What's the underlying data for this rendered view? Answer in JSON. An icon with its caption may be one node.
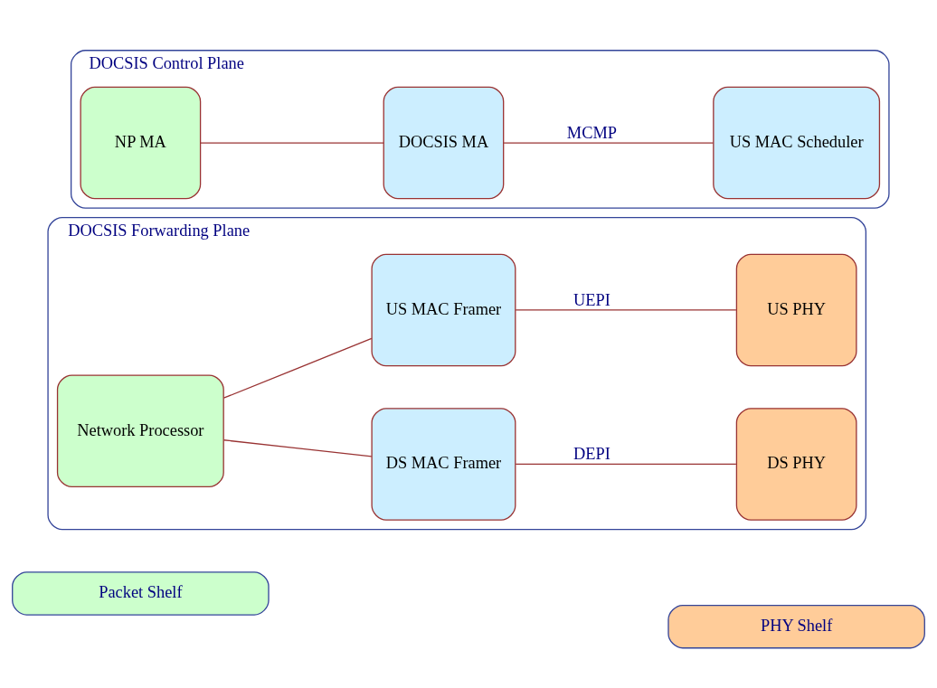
{
  "diagram": {
    "nodes": [
      {
        "text": [
          "Packet Shelf"
        ]
      },
      {
        "text": [
          "PHY Shelf"
        ]
      },
      {
        "text": [
          "DOCSIS Forwarding Plane"
        ]
      },
      {
        "text": [
          "Network Processor"
        ],
        "in": 2
      },
      {
        "text": [
          "DS MAC Framer"
        ],
        "in": 2
      },
      {
        "text": [
          "US MAC Framer"
        ],
        "in": 2
      },
      {
        "text": [
          "DS PHY"
        ],
        "in": 2
      },
      {
        "text": [
          "US PHY"
        ],
        "in": 2
      },
      {
        "text": [
          "DOCSIS Control Plane"
        ]
      },
      {
        "text": [
          "NP MA"
        ],
        "in": 8
      },
      {
        "text": [
          "DOCSIS MA"
        ],
        "in": 8
      },
      {
        "text": [
          "US MAC Scheduler"
        ],
        "in": 8
      }
    ],
    "edges": [
      {
        "from": 3,
        "to": 4,
        "arrow": "none"
      },
      {
        "from": 3,
        "to": 5,
        "arrow": "none"
      },
      {
        "from": 4,
        "to": 6,
        "arrow": "none",
        "label": "DEPI"
      },
      {
        "from": 5,
        "to": 7,
        "arrow": "none",
        "label": "UEPI"
      },
      {
        "from": 9,
        "to": 10,
        "arrow": "none"
      },
      {
        "from": 10,
        "to": 11,
        "arrow": "none",
        "label": "MCMP"
      }
    ]
  }
}
